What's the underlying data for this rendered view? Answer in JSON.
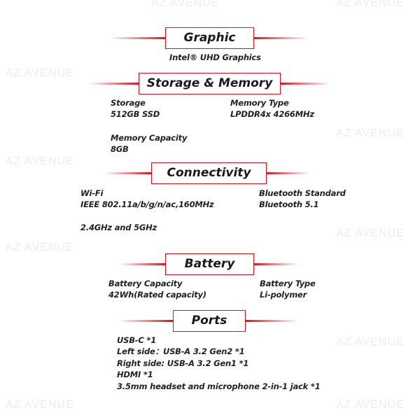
{
  "watermark": "AZ AVENUE",
  "sections": {
    "graphic": {
      "title": "Graphic",
      "value": "Intel® UHD Graphics"
    },
    "storage": {
      "title": "Storage & Memory",
      "storage_label": "Storage",
      "storage_value": "512GB SSD",
      "type_label": "Memory Type",
      "type_value": "LPDDR4x 4266MHz",
      "capacity_label": "Memory Capacity",
      "capacity_value": "8GB"
    },
    "connectivity": {
      "title": "Connectivity",
      "wifi_label": "Wi-Fi",
      "wifi_value": "IEEE 802.11a/b/g/n/ac,160MHz",
      "wifi_band": "2.4GHz and 5GHz",
      "bt_label": "Bluetooth Standard",
      "bt_value": "Bluetooth 5.1"
    },
    "battery": {
      "title": "Battery",
      "capacity_label": "Battery Capacity",
      "capacity_value": "42Wh(Rated capacity)",
      "type_label": "Battery Type",
      "type_value": "Li-polymer"
    },
    "ports": {
      "title": "Ports",
      "items": [
        "USB-C *1",
        "Left side：USB-A 3.2 Gen2 *1",
        "Right side: USB-A 3.2 Gen1 *1",
        "HDMI *1",
        "3.5mm headset and microphone 2-in-1 jack *1"
      ]
    }
  },
  "colors": {
    "accent": "#d9121f",
    "text": "#222222"
  }
}
